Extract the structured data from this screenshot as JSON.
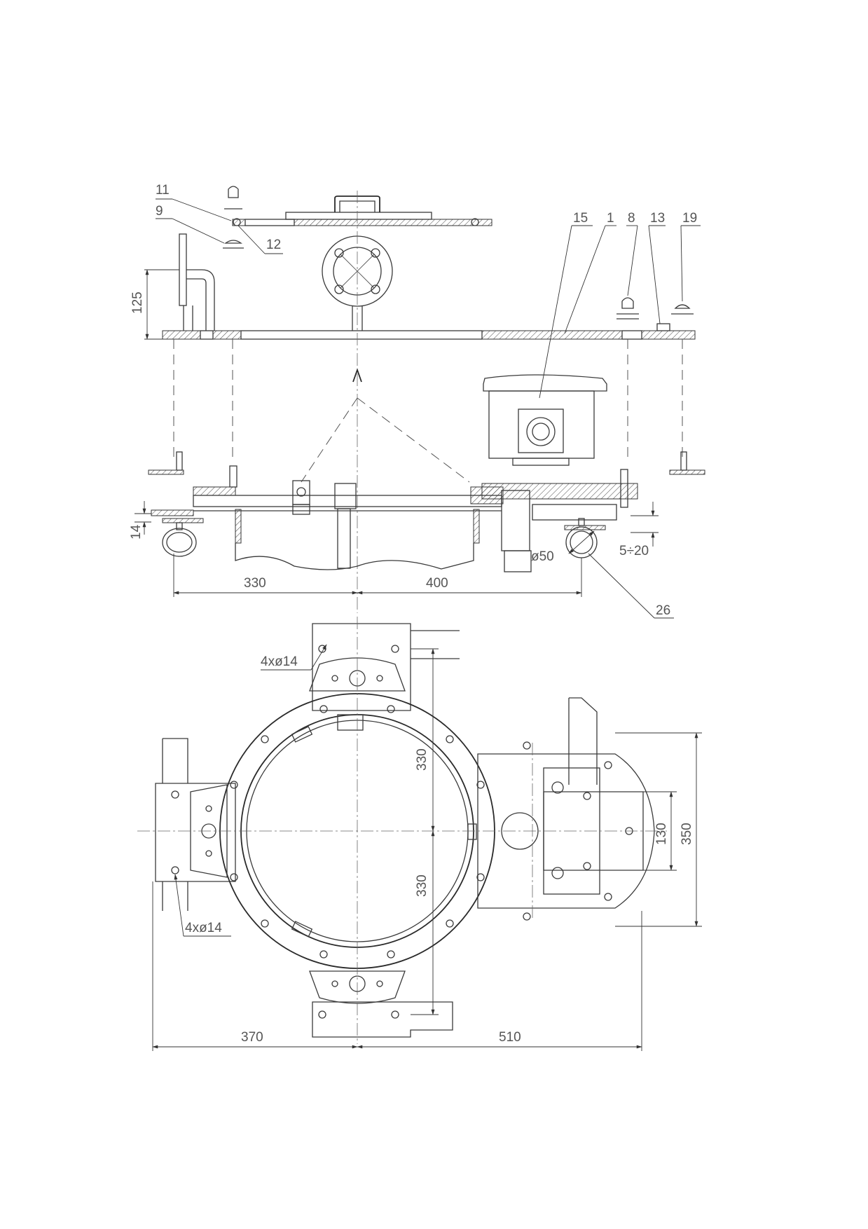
{
  "parts": {
    "p11": "11",
    "p9": "9",
    "p12": "12",
    "p15": "15",
    "p1": "1",
    "p8": "8",
    "p13": "13",
    "p19": "19",
    "p26": "26"
  },
  "dims": {
    "d125": "125",
    "d14": "14",
    "d330_front": "330",
    "d400": "400",
    "d50": "ø50",
    "d5_20": "5÷20",
    "holes_top": "4xø14",
    "holes_left": "4xø14",
    "d330_up": "330",
    "d330_down": "330",
    "d130": "130",
    "d350": "350",
    "d370": "370",
    "d510": "510"
  },
  "colors": {
    "line": "#3a3a3a",
    "text": "#555555",
    "background": "#ffffff"
  }
}
